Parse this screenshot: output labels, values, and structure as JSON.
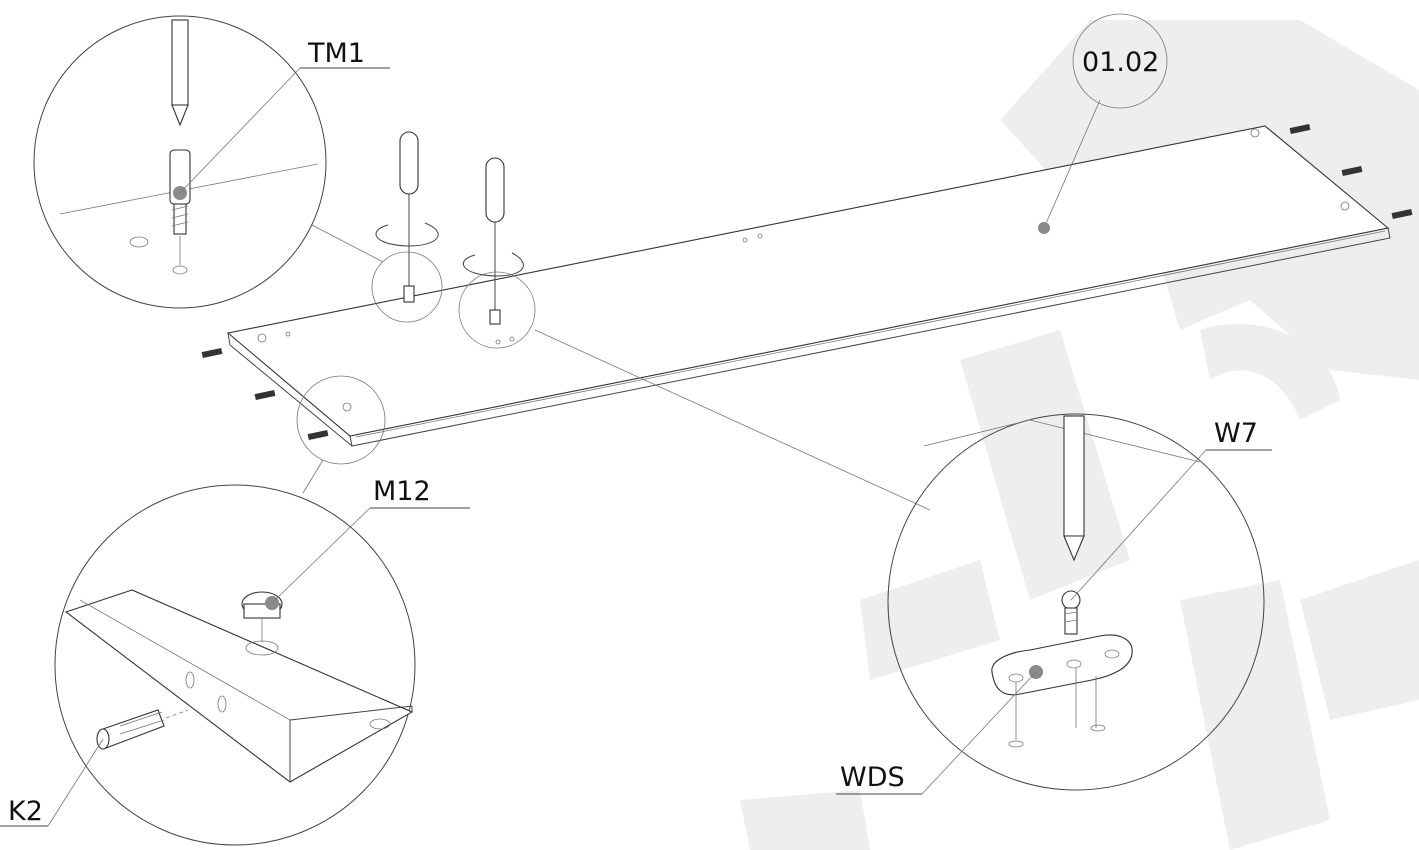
{
  "callouts": {
    "part_number": "01.02",
    "tm1": "TM1",
    "m12": "M12",
    "k2": "K2",
    "w7": "W7",
    "wds": "WDS"
  },
  "colors": {
    "line": "#444444",
    "watermark": "#ececec",
    "highlight_dot": "#8a8a8a"
  },
  "icons": [
    "screwdriver-icon",
    "rotation-arrow-icon",
    "dowel-icon",
    "cam-lock-icon",
    "connector-bolt-icon",
    "wood-screw-icon",
    "furniture-plate-icon"
  ]
}
